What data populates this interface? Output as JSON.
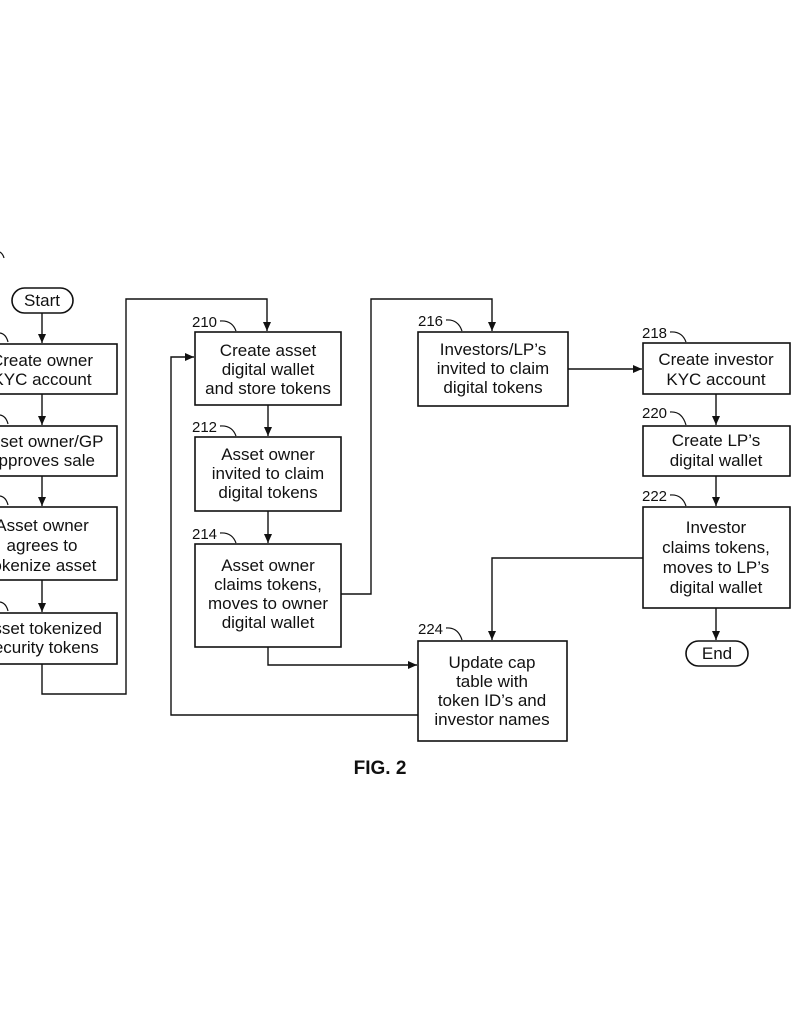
{
  "figure": {
    "caption": "FIG. 2"
  },
  "terminals": {
    "start": "Start",
    "end": "End"
  },
  "steps": {
    "create_owner_kyc": [
      "Create owner",
      "KYC account"
    ],
    "owner_approves": [
      "Asset owner/GP",
      "approves sale"
    ],
    "owner_agrees": [
      "Asset owner",
      "agrees to",
      "tokenize asset"
    ],
    "asset_tokenized": [
      "Asset tokenized",
      "security tokens"
    ],
    "s210": {
      "ref": "210",
      "lines": [
        "Create asset",
        "digital wallet",
        "and store tokens"
      ]
    },
    "s212": {
      "ref": "212",
      "lines": [
        "Asset owner",
        "invited to claim",
        "digital tokens"
      ]
    },
    "s214": {
      "ref": "214",
      "lines": [
        "Asset owner",
        "claims tokens,",
        "moves to owner",
        "digital wallet"
      ]
    },
    "s216": {
      "ref": "216",
      "lines": [
        "Investors/LP’s",
        "invited to claim",
        "digital tokens"
      ]
    },
    "s218": {
      "ref": "218",
      "lines": [
        "Create investor",
        "KYC account"
      ]
    },
    "s220": {
      "ref": "220",
      "lines": [
        "Create LP’s",
        "digital wallet"
      ]
    },
    "s222": {
      "ref": "222",
      "lines": [
        "Investor",
        "claims tokens,",
        "moves to LP’s",
        "digital wallet"
      ]
    },
    "s224": {
      "ref": "224",
      "lines": [
        "Update cap",
        "table with",
        "token ID’s and",
        "investor names"
      ]
    }
  }
}
